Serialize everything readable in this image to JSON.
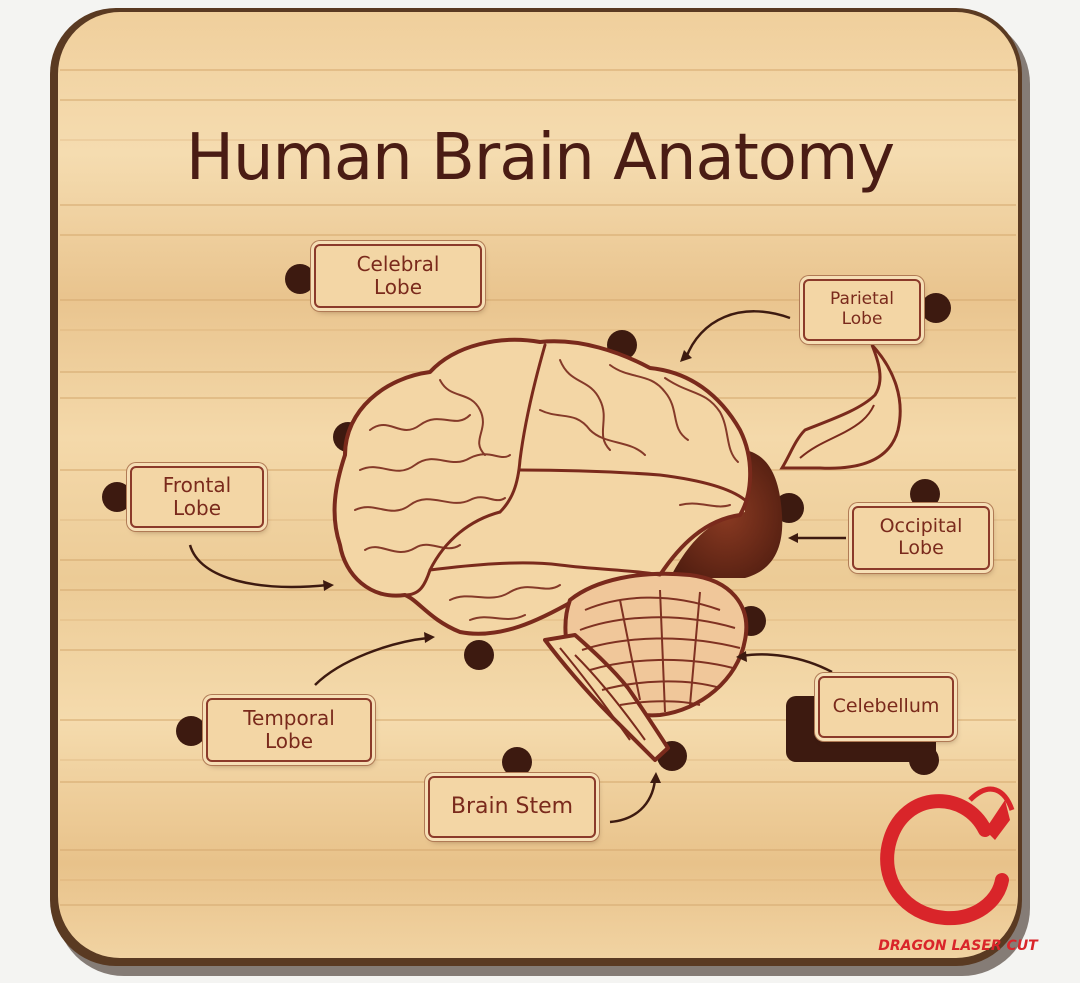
{
  "title": "Human Brain Anatomy",
  "labels": {
    "celebral": [
      "Celebral",
      "Lobe"
    ],
    "parietal": [
      "Parietal",
      "Lobe"
    ],
    "frontal": [
      "Frontal",
      "Lobe"
    ],
    "occipital": [
      "Occipital",
      "Lobe"
    ],
    "temporal": [
      "Temporal",
      "Lobe"
    ],
    "celebellum": "Celebellum",
    "brain_stem": "Brain Stem"
  },
  "brand": "DRAGON LASER CUT",
  "colors": {
    "wood_light": "#f2d3a2",
    "wood_dark": "#e3b97e",
    "engrave": "#7a2a1c",
    "slot": "#3d1a10",
    "brand_red": "#d9252a"
  }
}
